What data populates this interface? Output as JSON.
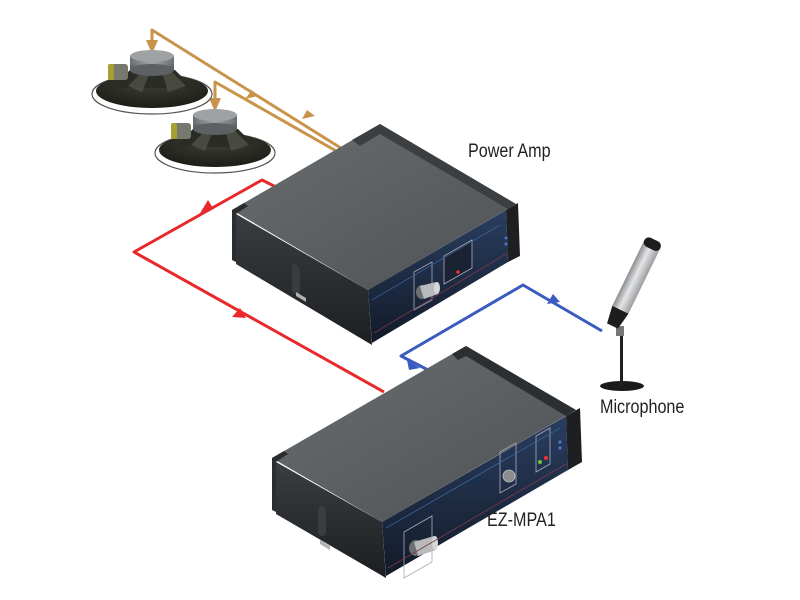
{
  "diagram": {
    "title": "",
    "labels": {
      "power_amp": "Power Amp",
      "microphone": "Microphone",
      "preamp": "EZ-MPA1"
    },
    "devices": [
      {
        "id": "speaker-1",
        "type": "loudspeaker"
      },
      {
        "id": "speaker-2",
        "type": "loudspeaker"
      },
      {
        "id": "power-amp",
        "type": "amplifier",
        "label": "Power Amp"
      },
      {
        "id": "ez-mpa1",
        "type": "microphone-preamplifier",
        "label": "EZ-MPA1"
      },
      {
        "id": "microphone",
        "type": "gooseneck-microphone",
        "label": "Microphone"
      }
    ],
    "connections": [
      {
        "from": "microphone",
        "to": "ez-mpa1",
        "color": "#3a5bbf",
        "kind": "mic-signal"
      },
      {
        "from": "ez-mpa1",
        "to": "power-amp",
        "color": "#e8282b",
        "kind": "line-signal"
      },
      {
        "from": "power-amp",
        "to": "speaker-1",
        "color": "#c9944a",
        "kind": "speaker-wire"
      },
      {
        "from": "power-amp",
        "to": "speaker-2",
        "color": "#c9944a",
        "kind": "speaker-wire"
      }
    ],
    "colors": {
      "speaker_wire": "#c9944a",
      "line_signal": "#e8282b",
      "mic_signal": "#3a5bbf",
      "chassis_top": "#5a5d60",
      "chassis_front": "#1d2126",
      "front_panel_blue": "#1e3a66"
    }
  }
}
